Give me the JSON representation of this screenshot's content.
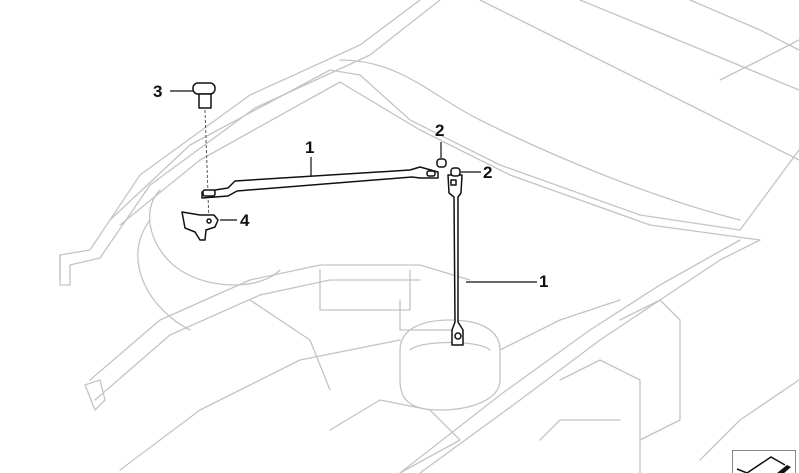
{
  "diagram": {
    "callouts": [
      {
        "id": "label-3",
        "text": "3"
      },
      {
        "id": "label-1-upper",
        "text": "1"
      },
      {
        "id": "label-2-upper",
        "text": "2"
      },
      {
        "id": "label-2-right",
        "text": "2"
      },
      {
        "id": "label-4",
        "text": "4"
      },
      {
        "id": "label-1-lower",
        "text": "1"
      }
    ],
    "colors": {
      "part": "#111111",
      "body": "#c4c4c4"
    },
    "reference_icon": "part-view-icon"
  }
}
